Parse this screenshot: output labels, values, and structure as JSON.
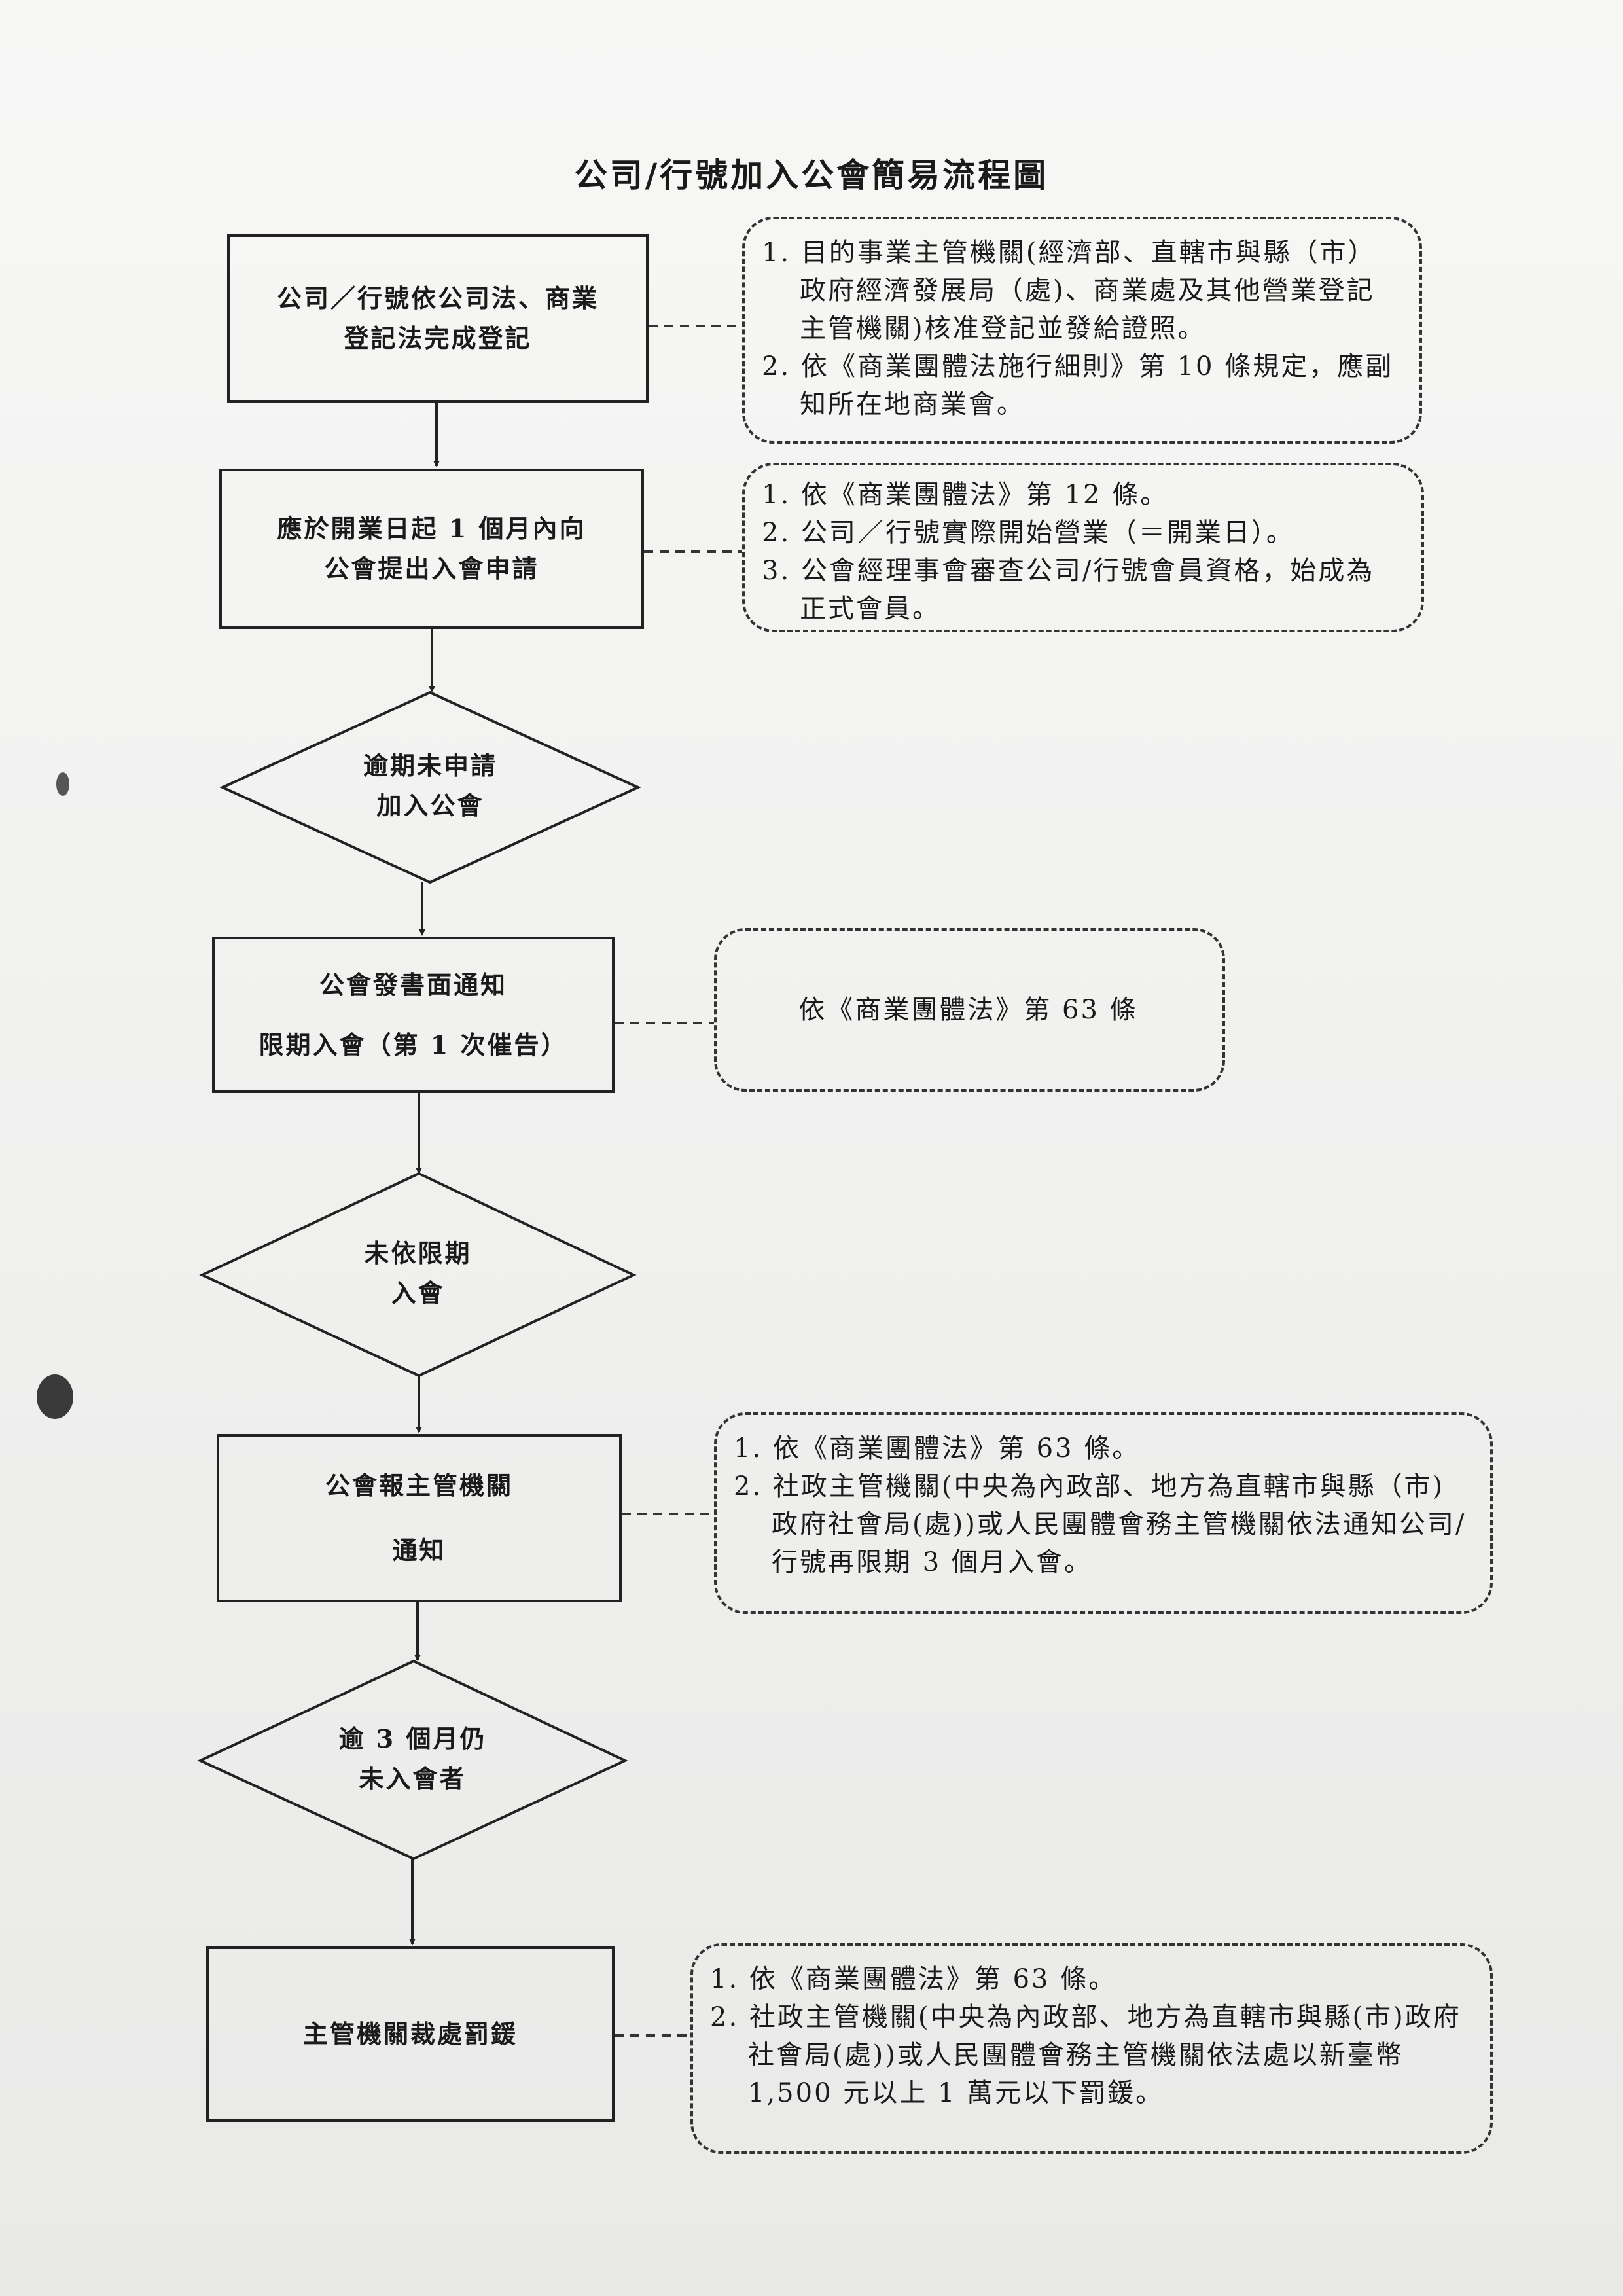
{
  "title": "公司/行號加入公會簡易流程圖",
  "steps": [
    {
      "type": "process",
      "lines": [
        "公司／行號依公司法、商業",
        "登記法完成登記"
      ]
    },
    {
      "type": "process",
      "lines": [
        "應於開業日起 1 個月內向",
        "公會提出入會申請"
      ]
    },
    {
      "type": "decision",
      "lines": [
        "逾期未申請",
        "加入公會"
      ]
    },
    {
      "type": "process",
      "lines": [
        "公會發書面通知",
        "限期入會（第 1 次催告）"
      ]
    },
    {
      "type": "decision",
      "lines": [
        "未依限期",
        "入會"
      ]
    },
    {
      "type": "process",
      "lines": [
        "公會報主管機關",
        "通知"
      ]
    },
    {
      "type": "decision",
      "lines": [
        "逾 3 個月仍",
        "未入會者"
      ]
    },
    {
      "type": "process",
      "lines": [
        "主管機關裁處罰鍰"
      ]
    }
  ],
  "notes": [
    {
      "items": [
        "1. 目的事業主管機關(經濟部、直轄市與縣（市）政府經濟發展局（處)、商業處及其他營業登記主管機關)核准登記並發給證照。",
        "2. 依《商業團體法施行細則》第 10 條規定，應副知所在地商業會。"
      ]
    },
    {
      "items": [
        "1. 依《商業團體法》第 12 條。",
        "2. 公司／行號實際開始營業（＝開業日）。",
        "3. 公會經理事會審查公司/行號會員資格，始成為正式會員。"
      ]
    },
    {
      "items": [
        "依《商業團體法》第 63 條"
      ]
    },
    {
      "items": [
        "1. 依《商業團體法》第 63 條。",
        "2. 社政主管機關(中央為內政部、地方為直轄市與縣（市)政府社會局(處))或人民團體會務主管機關依法通知公司/行號再限期 3 個月入會。"
      ]
    },
    {
      "items": [
        "1. 依《商業團體法》第 63 條。",
        "2. 社政主管機關(中央為內政部、地方為直轄市與縣(市)政府社會局(處))或人民團體會務主管機關依法處以新臺幣 1,500 元以上 1 萬元以下罰鍰。"
      ]
    }
  ]
}
